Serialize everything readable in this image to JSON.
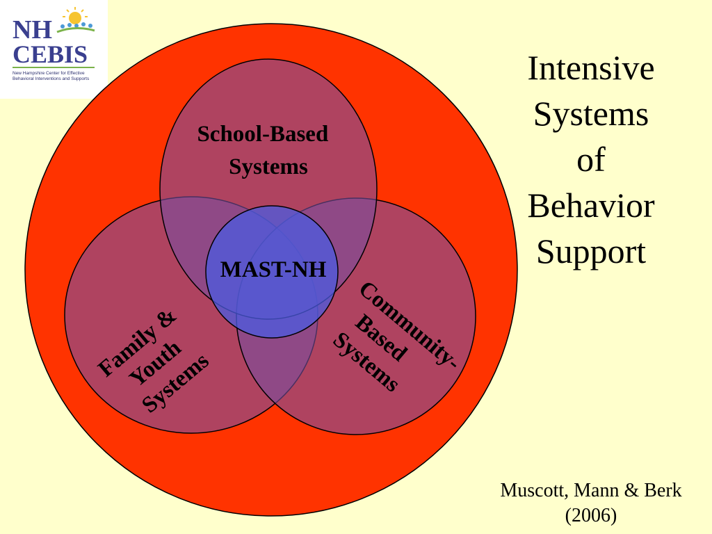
{
  "logo": {
    "line1": "NH",
    "line2": "CEBIS",
    "subtitle_line1": "New Hampshire Center for Effective",
    "subtitle_line2": "Behavioral Interventions and Supports"
  },
  "title": {
    "lines": [
      "Intensive",
      "Systems",
      "of",
      "Behavior",
      "Support"
    ]
  },
  "diagram": {
    "school": {
      "lines": [
        "School-Based",
        "Systems"
      ]
    },
    "family": {
      "lines": [
        "Family &",
        "Youth",
        "Systems"
      ]
    },
    "community": {
      "lines": [
        "Community-",
        "Based",
        "Systems"
      ]
    },
    "center": {
      "label": "MAST-NH"
    }
  },
  "citation": {
    "lines": [
      "Muscott, Mann & Berk",
      "(2006)"
    ]
  },
  "colors": {
    "background": "#FFFFCC",
    "outer_circle": "#FF3300",
    "ellipse_fill": "#7A4FA0",
    "center_circle": "#4B5BE0"
  }
}
